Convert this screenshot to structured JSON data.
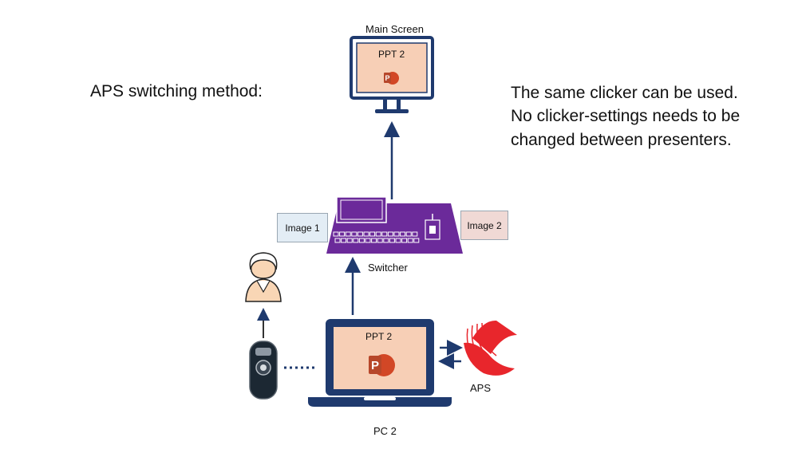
{
  "heading": "APS switching method:",
  "note": "The same clicker can be used. No clicker-settings needs to be changed between presenters.",
  "labels": {
    "main_screen": "Main Screen",
    "ppt_main": "PPT 2",
    "image1": "Image 1",
    "image2": "Image 2",
    "switcher": "Switcher",
    "ppt_laptop": "PPT 2",
    "aps": "APS",
    "pc": "PC 2"
  },
  "icons": [
    "monitor-icon",
    "powerpoint-icon",
    "switcher-icon",
    "presenter-icon",
    "clicker-icon",
    "laptop-icon",
    "aps-logo-icon"
  ],
  "colors": {
    "navy": "#1f3a6e",
    "slide_bg": "#f7cfb6",
    "switcher_purple": "#6b2a9a",
    "powerpoint_red": "#d24726",
    "aps_red": "#e8262c"
  }
}
